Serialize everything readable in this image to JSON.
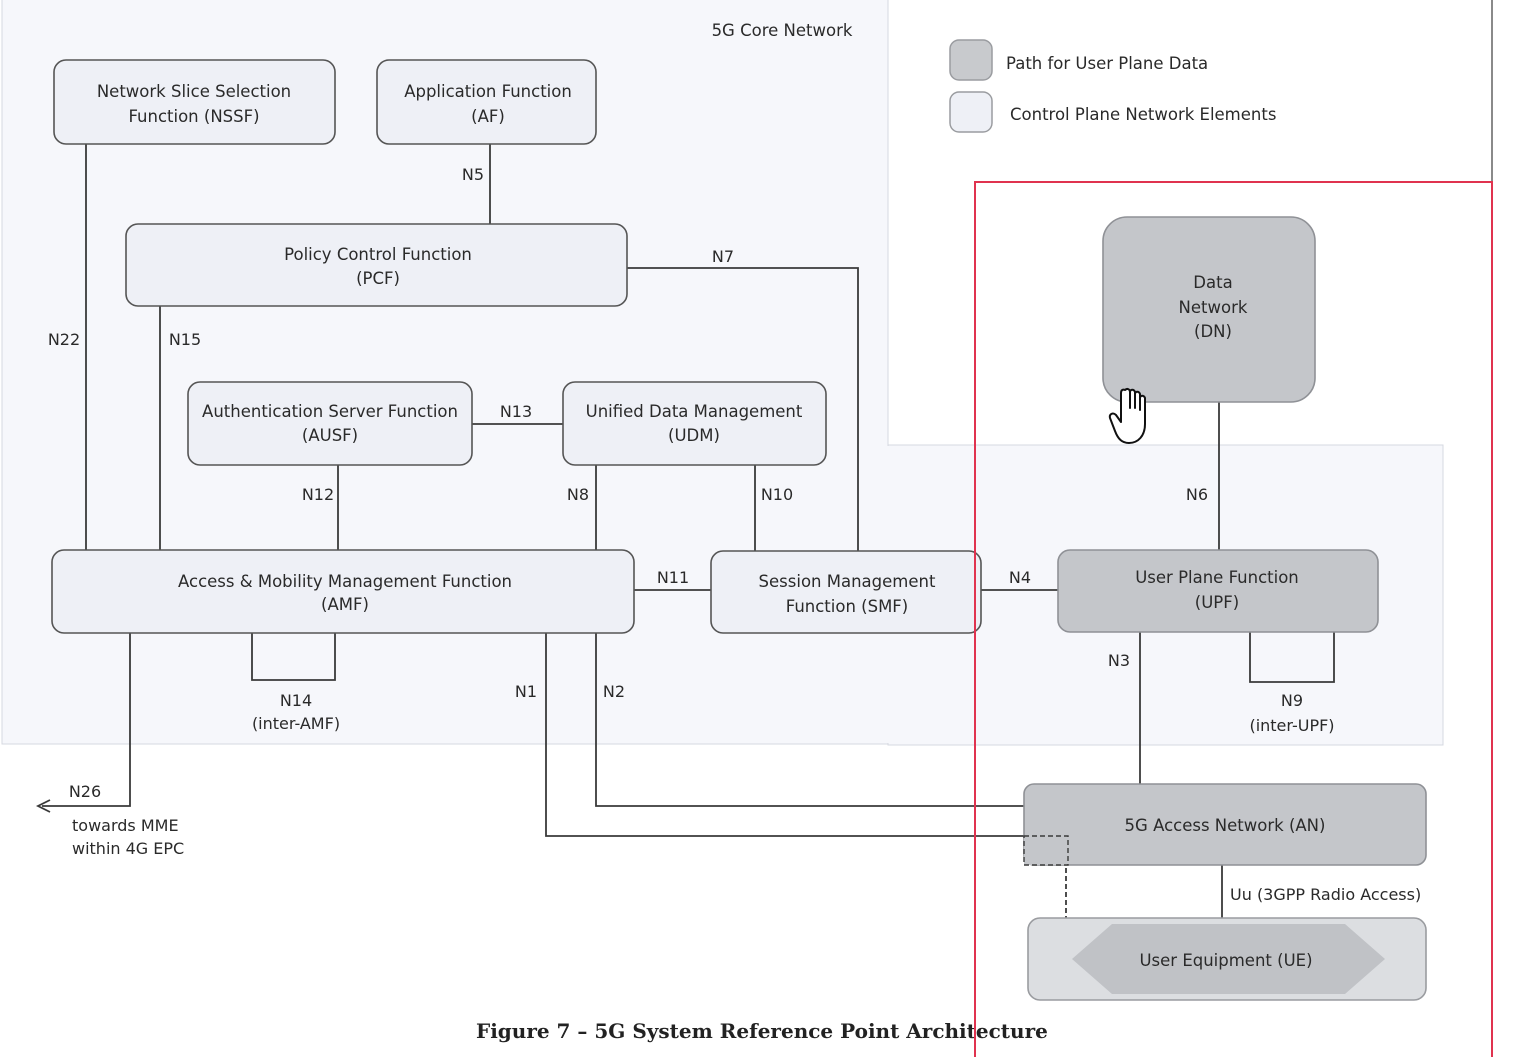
{
  "diagram": {
    "region_label": "5G Core Network",
    "legend": [
      {
        "label": "Path for User Plane Data",
        "fill": "#c8cacd"
      },
      {
        "label": "Control Plane Network Elements",
        "fill": "#eef0f6"
      }
    ],
    "nodes": {
      "nssf": {
        "line1": "Network Slice Selection",
        "line2": "Function (NSSF)"
      },
      "af": {
        "line1": "Application Function",
        "line2": "(AF)"
      },
      "pcf": {
        "line1": "Policy Control Function",
        "line2": "(PCF)"
      },
      "ausf": {
        "line1": "Authentication Server Function",
        "line2": "(AUSF)"
      },
      "udm": {
        "line1": "Unified Data Management",
        "line2": "(UDM)"
      },
      "amf": {
        "line1": "Access & Mobility Management Function",
        "line2": "(AMF)"
      },
      "smf": {
        "line1": "Session Management",
        "line2": "Function (SMF)"
      },
      "dn": {
        "line1": "Data",
        "line2": "Network",
        "line3": "(DN)"
      },
      "upf": {
        "line1": "User Plane Function",
        "line2": "(UPF)"
      },
      "an": {
        "line1": "5G Access Network (AN)"
      },
      "ue": {
        "line1": "User Equipment (UE)"
      }
    },
    "edges": {
      "n5": "N5",
      "n7": "N7",
      "n22": "N22",
      "n15": "N15",
      "n13": "N13",
      "n12": "N12",
      "n8": "N8",
      "n10": "N10",
      "n11": "N11",
      "n4": "N4",
      "n6": "N6",
      "n3": "N3",
      "n9": "N9",
      "n9_sub": "(inter-UPF)",
      "n14": "N14",
      "n14_sub": "(inter-AMF)",
      "n1": "N1",
      "n2": "N2",
      "n26": "N26",
      "n26_line1": "towards MME",
      "n26_line2": "within 4G EPC",
      "uu": "Uu (3GPP Radio Access)"
    },
    "caption": "Figure 7 – 5G System Reference Point Architecture",
    "highlight_color": "#e0334f",
    "cursor_icon": "hand-pointer-icon"
  }
}
